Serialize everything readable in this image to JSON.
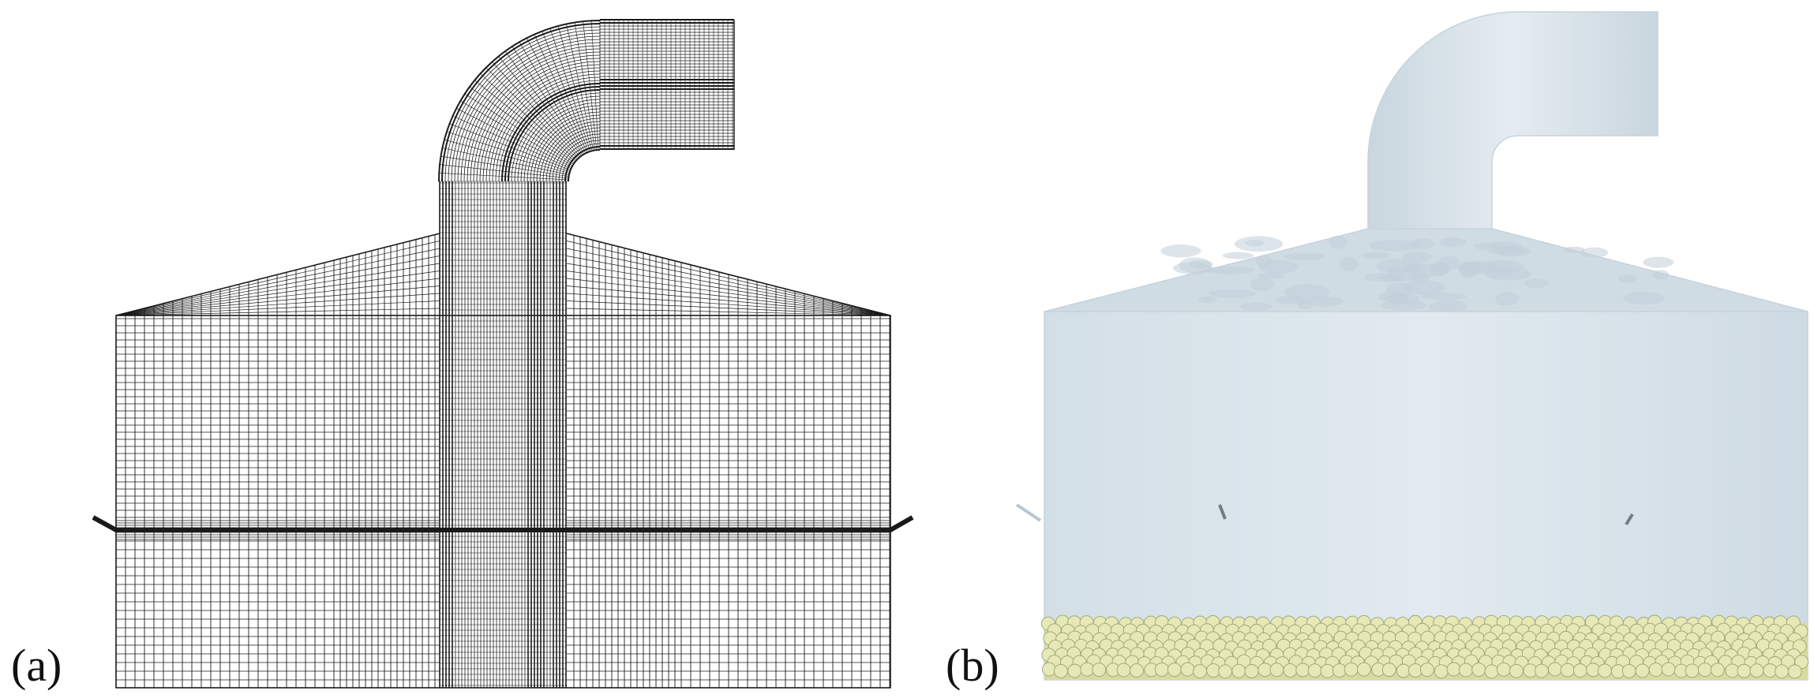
{
  "figure": {
    "panels": [
      {
        "id": "a",
        "label": "(a)"
      },
      {
        "id": "b",
        "label": "(b)"
      }
    ]
  },
  "colors": {
    "mesh_line": "#1a1a1a",
    "vessel_fill": "#dbe5ec",
    "vessel_edge": "#c7d3dc",
    "pipe_fill": "#d6e1e9",
    "particle_fill": "#e6e8b5",
    "particle_edge": "#9ea377"
  }
}
